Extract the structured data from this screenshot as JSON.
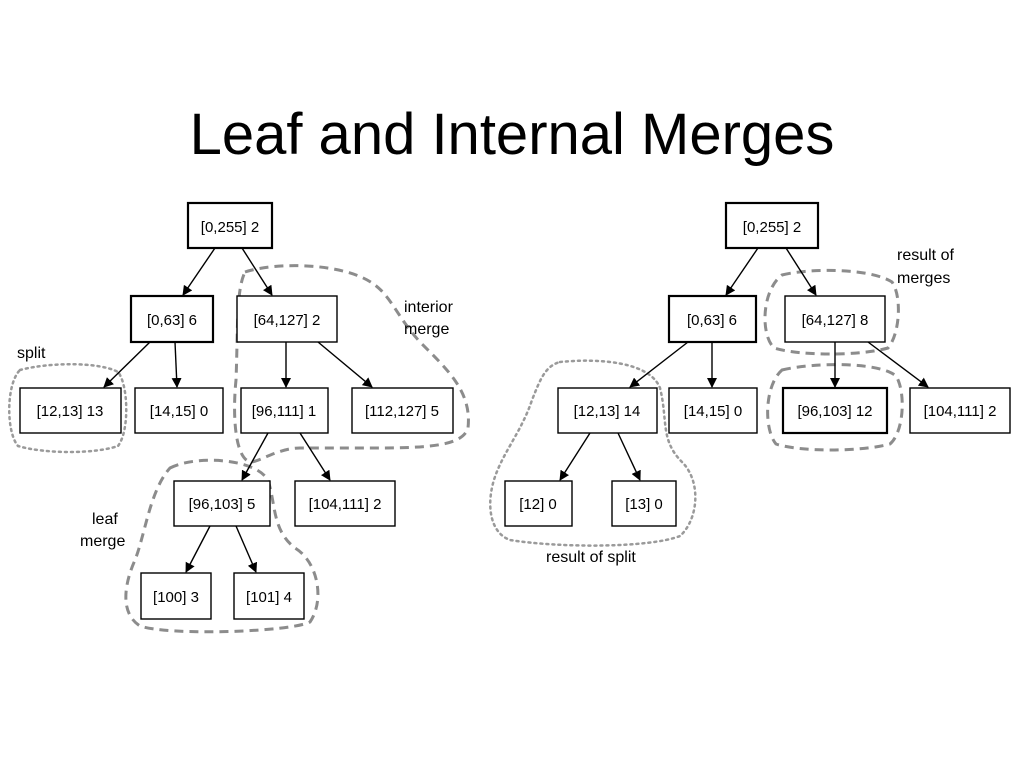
{
  "title": "Leaf and Internal Merges",
  "left_tree": {
    "root": {
      "range": "[0,255]",
      "count": "2"
    },
    "n0_63": {
      "range": "[0,63]",
      "count": "6"
    },
    "n64_127": {
      "range": "[64,127]",
      "count": "2"
    },
    "n12_13": {
      "range": "[12,13]",
      "count": "13"
    },
    "n14_15": {
      "range": "[14,15]",
      "count": "0"
    },
    "n96_111": {
      "range": "[96,111]",
      "count": "1"
    },
    "n112_127": {
      "range": "[112,127]",
      "count": "5"
    },
    "n96_103": {
      "range": "[96,103]",
      "count": "5"
    },
    "n104_111": {
      "range": "[104,111]",
      "count": "2"
    },
    "n100": {
      "range": "[100]",
      "count": "3"
    },
    "n101": {
      "range": "[101]",
      "count": "4"
    },
    "label_split": "split",
    "label_interior_1": "interior",
    "label_interior_2": "merge",
    "label_leaf_1": "leaf",
    "label_leaf_2": "merge"
  },
  "right_tree": {
    "root": {
      "range": "[0,255]",
      "count": "2"
    },
    "n0_63": {
      "range": "[0,63]",
      "count": "6"
    },
    "n64_127": {
      "range": "[64,127]",
      "count": "8"
    },
    "n12_13": {
      "range": "[12,13]",
      "count": "14"
    },
    "n14_15": {
      "range": "[14,15]",
      "count": "0"
    },
    "n96_103": {
      "range": "[96,103]",
      "count": "12"
    },
    "n104_111": {
      "range": "[104,111]",
      "count": "2"
    },
    "n12": {
      "range": "[12]",
      "count": "0"
    },
    "n13": {
      "range": "[13]",
      "count": "0"
    },
    "label_merges_1": "result of",
    "label_merges_2": "merges",
    "label_split": "result of split"
  }
}
